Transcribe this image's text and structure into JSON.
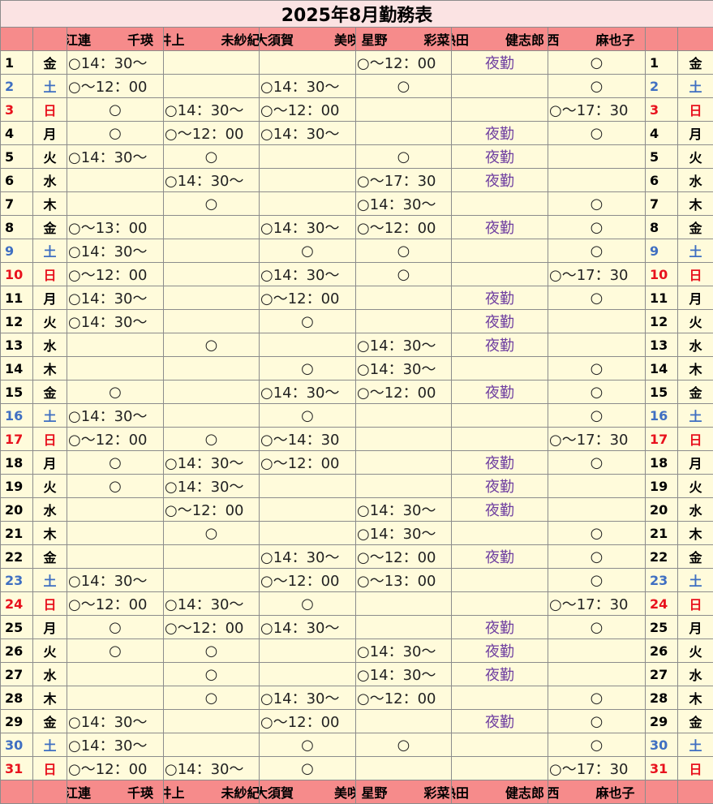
{
  "title": "2025年8月勤務表",
  "staff": [
    "江連",
    "千瑛",
    "井上",
    "未紗紀",
    "大須賀",
    "美咲",
    "星野",
    "彩菜",
    "熱田",
    "健志郎",
    "西",
    "麻也子"
  ],
  "colors": {
    "weekday": "#000000",
    "saturday": "#3f6fc2",
    "sunday": "#e8111d",
    "night_shift": "#6f3fa0",
    "header_bg": "#f68b8b",
    "title_bg": "#fbe3e3",
    "cell_bg": "#fffbdb"
  },
  "days": [
    {
      "day": "1",
      "weekday": "金",
      "type": "weekday",
      "shifts": [
        "○14：30～",
        "",
        "",
        "○～12：00",
        "夜勤",
        "○"
      ]
    },
    {
      "day": "2",
      "weekday": "土",
      "type": "saturday",
      "shifts": [
        "○～12：00",
        "",
        "○14：30～",
        "○",
        "",
        "○"
      ]
    },
    {
      "day": "3",
      "weekday": "日",
      "type": "sunday",
      "shifts": [
        "○",
        "○14：30～",
        "○～12：00",
        "",
        "",
        "○～17：30"
      ]
    },
    {
      "day": "4",
      "weekday": "月",
      "type": "weekday",
      "shifts": [
        "○",
        "○～12：00",
        "○14：30～",
        "",
        "夜勤",
        "○"
      ]
    },
    {
      "day": "5",
      "weekday": "火",
      "type": "weekday",
      "shifts": [
        "○14：30～",
        "○",
        "",
        "○",
        "夜勤",
        ""
      ]
    },
    {
      "day": "6",
      "weekday": "水",
      "type": "weekday",
      "shifts": [
        "",
        "○14：30～",
        "",
        "○～17：30",
        "夜勤",
        ""
      ]
    },
    {
      "day": "7",
      "weekday": "木",
      "type": "weekday",
      "shifts": [
        "",
        "○",
        "",
        "○14：30～",
        "",
        "○"
      ]
    },
    {
      "day": "8",
      "weekday": "金",
      "type": "weekday",
      "shifts": [
        "○～13：00",
        "",
        "○14：30～",
        "○～12：00",
        "夜勤",
        "○"
      ]
    },
    {
      "day": "9",
      "weekday": "土",
      "type": "saturday",
      "shifts": [
        "○14：30～",
        "",
        "○",
        "○",
        "",
        "○"
      ]
    },
    {
      "day": "10",
      "weekday": "日",
      "type": "sunday",
      "shifts": [
        "○～12：00",
        "",
        "○14：30～",
        "○",
        "",
        "○～17：30"
      ]
    },
    {
      "day": "11",
      "weekday": "月",
      "type": "weekday",
      "shifts": [
        "○14：30～",
        "",
        "○～12：00",
        "",
        "夜勤",
        "○"
      ]
    },
    {
      "day": "12",
      "weekday": "火",
      "type": "weekday",
      "shifts": [
        "○14：30～",
        "",
        "○",
        "",
        "夜勤",
        ""
      ]
    },
    {
      "day": "13",
      "weekday": "水",
      "type": "weekday",
      "shifts": [
        "",
        "○",
        "",
        "○14：30～",
        "夜勤",
        ""
      ]
    },
    {
      "day": "14",
      "weekday": "木",
      "type": "weekday",
      "shifts": [
        "",
        "",
        "○",
        "○14：30～",
        "",
        "○"
      ]
    },
    {
      "day": "15",
      "weekday": "金",
      "type": "weekday",
      "shifts": [
        "○",
        "",
        "○14：30～",
        "○～12：00",
        "夜勤",
        "○"
      ]
    },
    {
      "day": "16",
      "weekday": "土",
      "type": "saturday",
      "shifts": [
        "○14：30～",
        "",
        "○",
        "",
        "",
        "○"
      ]
    },
    {
      "day": "17",
      "weekday": "日",
      "type": "sunday",
      "shifts": [
        "○～12：00",
        "○",
        "○～14：30",
        "",
        "",
        "○～17：30"
      ]
    },
    {
      "day": "18",
      "weekday": "月",
      "type": "weekday",
      "shifts": [
        "○",
        "○14：30～",
        "○～12：00",
        "",
        "夜勤",
        "○"
      ]
    },
    {
      "day": "19",
      "weekday": "火",
      "type": "weekday",
      "shifts": [
        "○",
        "○14：30～",
        "",
        "",
        "夜勤",
        ""
      ]
    },
    {
      "day": "20",
      "weekday": "水",
      "type": "weekday",
      "shifts": [
        "",
        "○～12：00",
        "",
        "○14：30～",
        "夜勤",
        ""
      ]
    },
    {
      "day": "21",
      "weekday": "木",
      "type": "weekday",
      "shifts": [
        "",
        "○",
        "",
        "○14：30～",
        "",
        "○"
      ]
    },
    {
      "day": "22",
      "weekday": "金",
      "type": "weekday",
      "shifts": [
        "",
        "",
        "○14：30～",
        "○～12：00",
        "夜勤",
        "○"
      ]
    },
    {
      "day": "23",
      "weekday": "土",
      "type": "saturday",
      "shifts": [
        "○14：30～",
        "",
        "○～12：00",
        "○～13：00",
        "",
        "○"
      ]
    },
    {
      "day": "24",
      "weekday": "日",
      "type": "sunday",
      "shifts": [
        "○～12：00",
        "○14：30～",
        "○",
        "",
        "",
        "○～17：30"
      ]
    },
    {
      "day": "25",
      "weekday": "月",
      "type": "weekday",
      "shifts": [
        "○",
        "○～12：00",
        "○14：30～",
        "",
        "夜勤",
        "○"
      ]
    },
    {
      "day": "26",
      "weekday": "火",
      "type": "weekday",
      "shifts": [
        "○",
        "○",
        "",
        "○14：30～",
        "夜勤",
        ""
      ]
    },
    {
      "day": "27",
      "weekday": "水",
      "type": "weekday",
      "shifts": [
        "",
        "○",
        "",
        "○14：30～",
        "夜勤",
        ""
      ]
    },
    {
      "day": "28",
      "weekday": "木",
      "type": "weekday",
      "shifts": [
        "",
        "○",
        "○14：30～",
        "○～12：00",
        "",
        "○"
      ]
    },
    {
      "day": "29",
      "weekday": "金",
      "type": "weekday",
      "shifts": [
        "○14：30～",
        "",
        "○～12：00",
        "",
        "夜勤",
        "○"
      ]
    },
    {
      "day": "30",
      "weekday": "土",
      "type": "saturday",
      "shifts": [
        "○14：30～",
        "",
        "○",
        "○",
        "",
        "○"
      ]
    },
    {
      "day": "31",
      "weekday": "日",
      "type": "sunday",
      "shifts": [
        "○～12：00",
        "○14：30～",
        "○",
        "",
        "",
        "○～17：30"
      ]
    }
  ]
}
